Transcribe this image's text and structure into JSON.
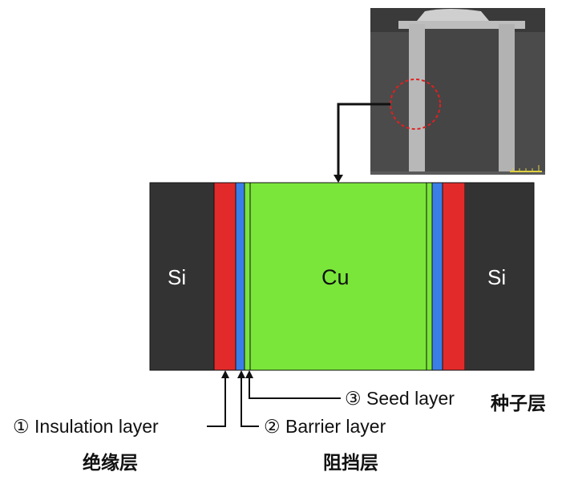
{
  "regions": {
    "si_left": "Si",
    "cu": "Cu",
    "si_right": "Si"
  },
  "layers": {
    "seed": {
      "en": "③ Seed layer",
      "cn": "种子层",
      "color": "#2f9e2f"
    },
    "barrier": {
      "en": "② Barrier layer",
      "cn": "阻挡层",
      "color": "#3a7fe8"
    },
    "insulation": {
      "en": "① Insulation layer",
      "cn": "绝缘层",
      "color": "#e32a2a"
    }
  },
  "colors": {
    "silicon": "#333333",
    "copper_fill": "#7ae63a",
    "micrograph_bg": "#4a4a4a",
    "micrograph_pillar": "#b4b4b4",
    "callout_circle": "#e02020"
  },
  "micrograph": {
    "description_icon": "sem-cross-section-image"
  }
}
